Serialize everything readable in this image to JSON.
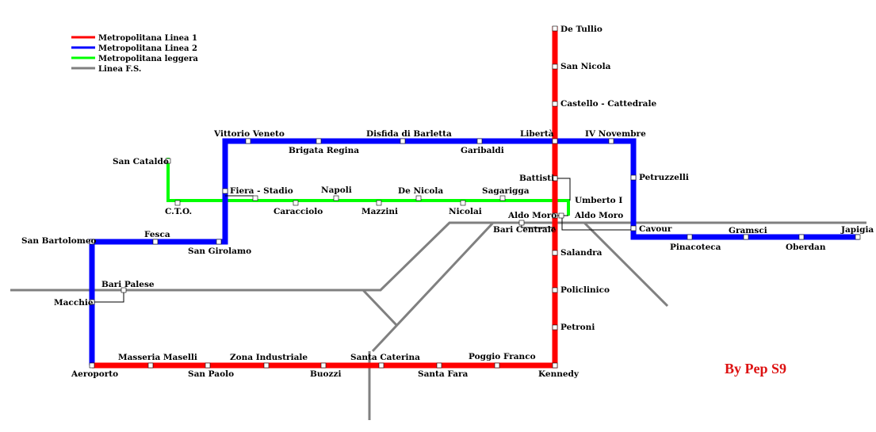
{
  "legend": {
    "items": [
      {
        "key": "linea1",
        "label": "Metropolitana Linea 1",
        "color": "#ff0000"
      },
      {
        "key": "linea2",
        "label": "Metropolitana Linea 2",
        "color": "#0000ff"
      },
      {
        "key": "leggera",
        "label": "Metropolitana leggera",
        "color": "#00ff00"
      },
      {
        "key": "fs",
        "label": "Linea F.S.",
        "color": "#808080"
      }
    ]
  },
  "credit": {
    "text": "By Pep S9",
    "color": "#dd1111"
  },
  "stations": [
    {
      "id": "de-tullio",
      "name": "De Tullio"
    },
    {
      "id": "san-nicola",
      "name": "San Nicola"
    },
    {
      "id": "castello-cattedrale",
      "name": "Castello - Cattedrale"
    },
    {
      "id": "liberta",
      "name": "Libertà"
    },
    {
      "id": "iv-novembre",
      "name": "IV Novembre"
    },
    {
      "id": "vittorio-veneto",
      "name": "Vittorio Veneto"
    },
    {
      "id": "brigata-regina",
      "name": "Brigata Regina"
    },
    {
      "id": "disfida-di-barletta",
      "name": "Disfida di Barletta"
    },
    {
      "id": "garibaldi",
      "name": "Garibaldi"
    },
    {
      "id": "petruzzelli",
      "name": "Petruzzelli"
    },
    {
      "id": "san-cataldo",
      "name": "San Cataldo"
    },
    {
      "id": "battisti",
      "name": "Battisti"
    },
    {
      "id": "fiera-stadio",
      "name": "Fiera - Stadio"
    },
    {
      "id": "napoli",
      "name": "Napoli"
    },
    {
      "id": "de-nicola",
      "name": "De Nicola"
    },
    {
      "id": "sagarigga",
      "name": "Sagarigga"
    },
    {
      "id": "umberto-i",
      "name": "Umberto I"
    },
    {
      "id": "cto",
      "name": "C.T.O."
    },
    {
      "id": "caracciolo",
      "name": "Caracciolo"
    },
    {
      "id": "mazzini",
      "name": "Mazzini"
    },
    {
      "id": "nicolai",
      "name": "Nicolai"
    },
    {
      "id": "aldo-moro-l",
      "name": "Aldo Moro"
    },
    {
      "id": "aldo-moro-r",
      "name": "Aldo Moro"
    },
    {
      "id": "bari-centrale",
      "name": "Bari Centrale"
    },
    {
      "id": "cavour",
      "name": "Cavour"
    },
    {
      "id": "gramsci",
      "name": "Gramsci"
    },
    {
      "id": "japigia",
      "name": "Japigia"
    },
    {
      "id": "san-bartolomeo",
      "name": "San Bartolomeo"
    },
    {
      "id": "fesca",
      "name": "Fesca"
    },
    {
      "id": "san-girolamo",
      "name": "San Girolamo"
    },
    {
      "id": "pinacoteca",
      "name": "Pinacoteca"
    },
    {
      "id": "oberdan",
      "name": "Oberdan"
    },
    {
      "id": "salandra",
      "name": "Salandra"
    },
    {
      "id": "bari-palese",
      "name": "Bari Palese"
    },
    {
      "id": "macchie",
      "name": "Macchie"
    },
    {
      "id": "policlinico",
      "name": "Policlinico"
    },
    {
      "id": "petroni",
      "name": "Petroni"
    },
    {
      "id": "masseria-maselli",
      "name": "Masseria Maselli"
    },
    {
      "id": "zona-industriale",
      "name": "Zona Industriale"
    },
    {
      "id": "santa-caterina",
      "name": "Santa Caterina"
    },
    {
      "id": "poggio-franco",
      "name": "Poggio Franco"
    },
    {
      "id": "aeroporto",
      "name": "Aeroporto"
    },
    {
      "id": "san-paolo",
      "name": "San Paolo"
    },
    {
      "id": "buozzi",
      "name": "Buozzi"
    },
    {
      "id": "santa-fara",
      "name": "Santa Fara"
    },
    {
      "id": "kennedy",
      "name": "Kennedy"
    }
  ]
}
